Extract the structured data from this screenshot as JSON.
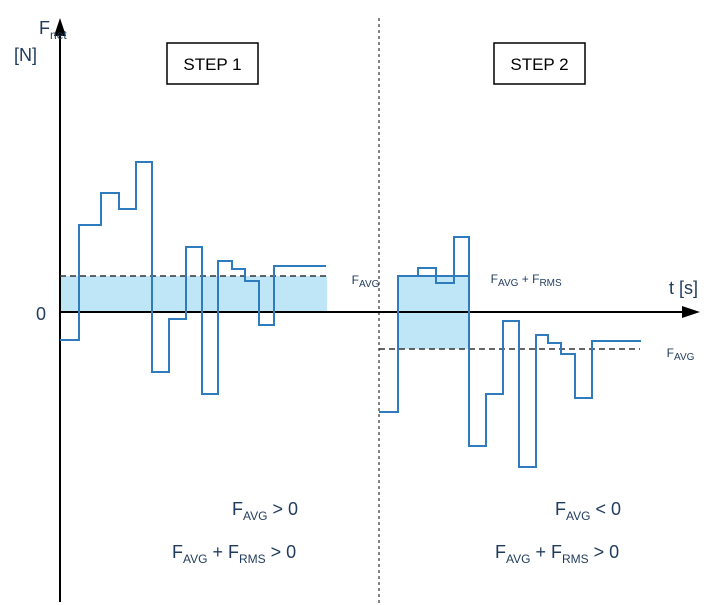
{
  "colors": {
    "signal": "#2e7bbd",
    "fill": "#bfe6f7",
    "axis": "#000000",
    "dashed": "#333333",
    "text": "#1f3b5c"
  },
  "axes": {
    "y_label_main": "F",
    "y_label_sub": "net",
    "y_unit": "[N]",
    "x_label": "t [s]",
    "zero_label": "0"
  },
  "steps": {
    "step1_label": "STEP 1",
    "step2_label": "STEP 2"
  },
  "labels": {
    "favg_main": "F",
    "favg_sub": "AVG",
    "frms_sub": "RMS",
    "plus": " + ",
    "gt_zero": " > 0",
    "lt_zero": " < 0"
  },
  "conditions": {
    "step1_avg_rel": " > 0",
    "step1_sum_rel": " > 0",
    "step2_avg_rel": " < 0",
    "step2_sum_rel": " > 0"
  }
}
